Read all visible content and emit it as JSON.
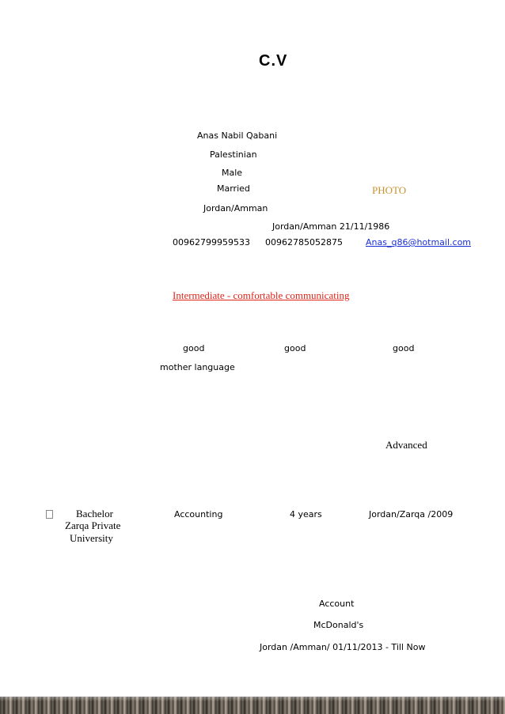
{
  "title": "C.V",
  "personal": {
    "name": "Anas Nabil Qabani",
    "nationality": "Palestinian",
    "gender": "Male",
    "status": "Married",
    "address": "Jordan/Amman",
    "birth": "Jordan/Amman 21/11/1986",
    "phone1": "00962799959533",
    "phone2": "00962785052875",
    "email": "Anas_q86@hotmail.com",
    "photo_label": "PHOTO"
  },
  "language": {
    "english_level": "Intermediate - comfortable communicating",
    "skills": [
      "good",
      "good",
      "good"
    ],
    "arabic": "mother language"
  },
  "computer": {
    "level": "Advanced"
  },
  "education": {
    "degree": "Bachelor",
    "university_line1": "Zarqa Private",
    "university_line2": "University",
    "major": "Accounting",
    "duration": "4 years",
    "place_year": "Jordan/Zarqa /2009"
  },
  "experience": {
    "position": "Account",
    "company": "McDonald's",
    "place_period": "Jordan /Amman/ 01/11/2013 - Till Now"
  }
}
